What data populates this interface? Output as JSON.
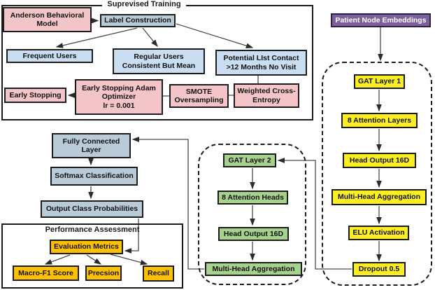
{
  "groups": {
    "supervised_training": {
      "title": "Suprevised Training"
    },
    "performance_assessment": {
      "title": "Performance Assessment"
    }
  },
  "nodes": {
    "anderson": {
      "label": "Anderson Behavioral\nModel"
    },
    "label_construction": {
      "label": "Label Construction"
    },
    "frequent_users": {
      "label": "Frequent Users"
    },
    "regular_users": {
      "label": "Regular Users\nConsistent But Mean"
    },
    "potential_list": {
      "label": "Potential LIst Contact\n>12 Months No Visit"
    },
    "early_stopping": {
      "label": "Early Stopping"
    },
    "adam_optimizer": {
      "label": "Early Stopping Adam\nOptimizer\nlr = 0.001"
    },
    "smote": {
      "label": "SMOTE\nOversampling"
    },
    "weighted_cross_entropy": {
      "label": "Weighted Cross-\nEntropy"
    },
    "patient_node_embeddings": {
      "label": "Patient Node Embeddings"
    },
    "gat_layer_1": {
      "label": "GAT Layer 1"
    },
    "attention_layers_8": {
      "label": "8 Attention Layers"
    },
    "head_output_16d_right": {
      "label": "Head Output 16D"
    },
    "multi_head_aggregation_right": {
      "label": "Multi-Head Aggregation"
    },
    "elu_activation": {
      "label": "ELU Activation"
    },
    "dropout": {
      "label": "Dropout 0.5"
    },
    "gat_layer_2": {
      "label": "GAT Layer 2"
    },
    "attention_heads_8": {
      "label": "8 Attention Heads"
    },
    "head_output_16d_mid": {
      "label": "Head Output 16D"
    },
    "multi_head_aggregation_mid": {
      "label": "Multi-Head Aggregation"
    },
    "fully_connected_layer": {
      "label": "Fully Connected\nLayer"
    },
    "softmax_classification": {
      "label": "Softmax Classification"
    },
    "output_class_probabilities": {
      "label": "Output Class Probabilities"
    },
    "evaluation_metrics": {
      "label": "Evaluation Metrics"
    },
    "macro_f1": {
      "label": "Macro-F1 Score"
    },
    "precsion": {
      "label": "Precsion"
    },
    "recall": {
      "label": "Recall"
    }
  },
  "colors": {
    "pink": "#F4C5C8",
    "light_blue": "#C9DEF1",
    "slate_blue": "#B9CBD6",
    "yellow": "#FBEE23",
    "green": "#A7D28D",
    "gold": "#FFC000",
    "purple": "#7D619E",
    "box_border": "#1C1C1C",
    "connector": "#4A4A4A"
  }
}
